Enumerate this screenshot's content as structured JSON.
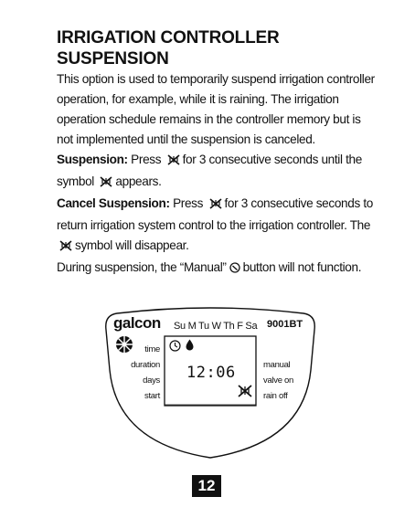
{
  "heading": {
    "line1": "IRRIGATION CONTROLLER",
    "line2": "SUSPENSION"
  },
  "intro": "This option is used to temporarily suspend irrigation controller operation, for example, while it is raining. The irrigation operation schedule remains in the controller memory but is not implemented until the suspension is canceled.",
  "suspension": {
    "label": "Suspension:",
    "press": "Press",
    "text_after": "for 3 consecutive seconds until the symbol",
    "tail": "appears."
  },
  "cancel": {
    "label": "Cancel Suspension:",
    "press": "Press",
    "text_after": "for 3 consecutive seconds to return irrigation system control to the irrigation controller. The",
    "tail": "symbol will disappear."
  },
  "manual_note": {
    "before": "During suspension, the “Manual”",
    "after": "button will not function."
  },
  "device": {
    "brand": "galcon",
    "model": "9001BT",
    "days": "Su M Tu W Th F Sa",
    "left_labels": [
      "time",
      "duration",
      "days",
      "start"
    ],
    "right_labels": [
      "manual",
      "valve on",
      "rain off"
    ],
    "display_time": "12:06"
  },
  "page_number": "12",
  "icons": {
    "rain_off": "rain-off-icon",
    "manual": "manual-button-icon",
    "clock": "clock-icon",
    "drop": "water-drop-icon",
    "logo_flower": "galcon-logo-icon"
  }
}
